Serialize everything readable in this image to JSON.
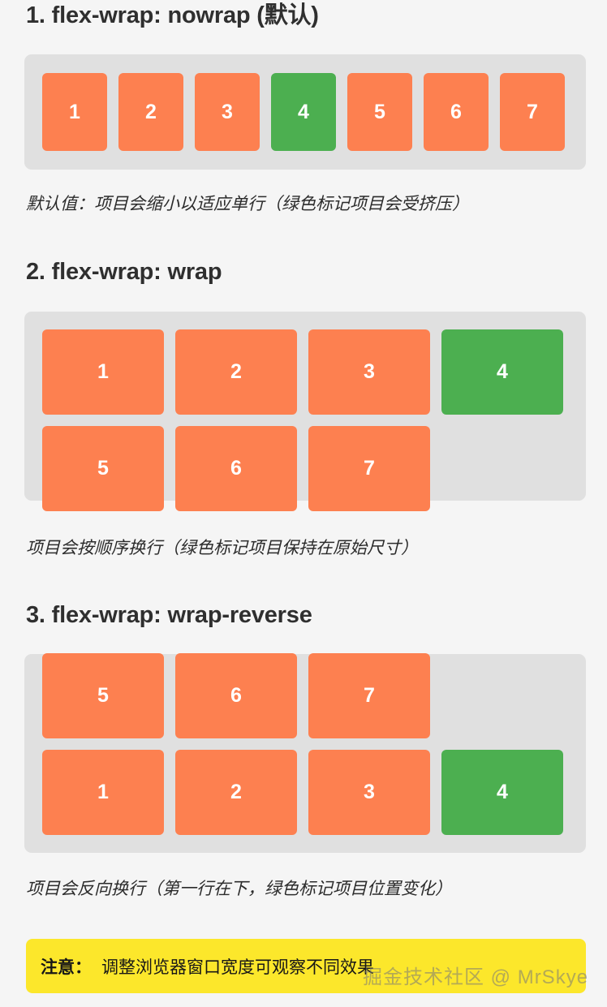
{
  "page": {
    "background_color": "#f5f5f5",
    "item_color": "#fd8050",
    "highlight_color": "#4caf50",
    "container_color": "#e0e0e0",
    "notice_color": "#fce72b"
  },
  "sections": [
    {
      "title": "1. flex-wrap: nowrap (默认)",
      "items": [
        "1",
        "2",
        "3",
        "4",
        "5",
        "6",
        "7"
      ],
      "highlight_index": 3,
      "description": "默认值：项目会缩小以适应单行（绿色标记项目会受挤压）"
    },
    {
      "title": "2. flex-wrap: wrap",
      "items": [
        "1",
        "2",
        "3",
        "4",
        "5",
        "6",
        "7"
      ],
      "highlight_index": 3,
      "description": "项目会按顺序换行（绿色标记项目保持在原始尺寸）"
    },
    {
      "title": "3. flex-wrap: wrap-reverse",
      "items": [
        "1",
        "2",
        "3",
        "4",
        "5",
        "6",
        "7"
      ],
      "highlight_index": 3,
      "description": "项目会反向换行（第一行在下，绿色标记项目位置变化）"
    }
  ],
  "notice": {
    "label": "注意：",
    "text": "调整浏览器窗口宽度可观察不同效果"
  },
  "watermark": {
    "text": "掘金技术社区 @ MrSkye"
  }
}
